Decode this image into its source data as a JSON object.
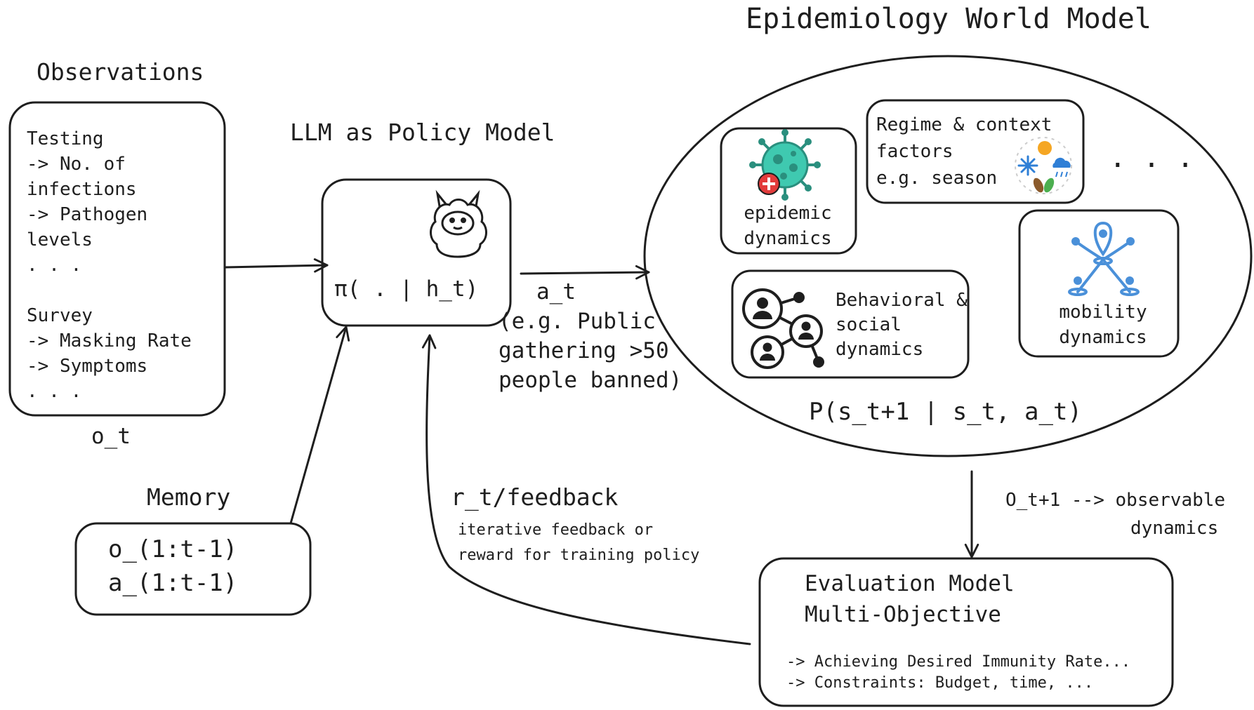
{
  "world_model": {
    "title": "Epidemiology World Model",
    "transition": "P(s_t+1 | s_t, a_t)",
    "epidemic": {
      "label_1": "epidemic",
      "label_2": "dynamics",
      "icon": "virus-icon"
    },
    "regime": {
      "line_1": "Regime & context",
      "line_2": "factors",
      "line_3": "e.g. season",
      "icon": "weather-season-icon"
    },
    "ellipsis": ". . .",
    "behavioral": {
      "line_1": "Behavioral &",
      "line_2": "social",
      "line_3": "dynamics",
      "icon": "social-network-icon"
    },
    "mobility": {
      "line_1": "mobility",
      "line_2": "dynamics",
      "icon": "location-network-icon"
    }
  },
  "observations": {
    "title": "Observations",
    "lines": [
      "Testing",
      "-> No. of",
      "infections",
      "-> Pathogen",
      "levels",
      ". . .",
      "",
      "Survey",
      "-> Masking Rate",
      "-> Symptoms",
      ". . ."
    ],
    "caption": "o_t"
  },
  "policy": {
    "title": "LLM as Policy Model",
    "formula": "π( . | h_t)",
    "icon": "llama-icon"
  },
  "action": {
    "label": "a_t",
    "example_lines": [
      "(e.g. Public",
      "gathering >50",
      "people banned)"
    ]
  },
  "memory": {
    "title": "Memory",
    "line_1": "o_(1:t-1)",
    "line_2": "a_(1:t-1)"
  },
  "feedback": {
    "title": "r_t/feedback",
    "line_1": "iterative feedback or",
    "line_2": "reward for training policy"
  },
  "observable": {
    "line_1": "O_t+1 --> observable",
    "line_2": "dynamics"
  },
  "evaluation": {
    "title_1": "Evaluation Model",
    "title_2": "Multi-Objective",
    "item_1": "-> Achieving Desired Immunity Rate...",
    "item_2": "-> Constraints: Budget, time, ..."
  },
  "colors": {
    "ink": "#1e1e1e",
    "virus": "#3fc9b0",
    "virus_dark": "#2a8f7e",
    "cross": "#e23b3b",
    "mobility": "#4a90d9",
    "sun": "#f5a623",
    "snow": "#2f7fd6"
  }
}
